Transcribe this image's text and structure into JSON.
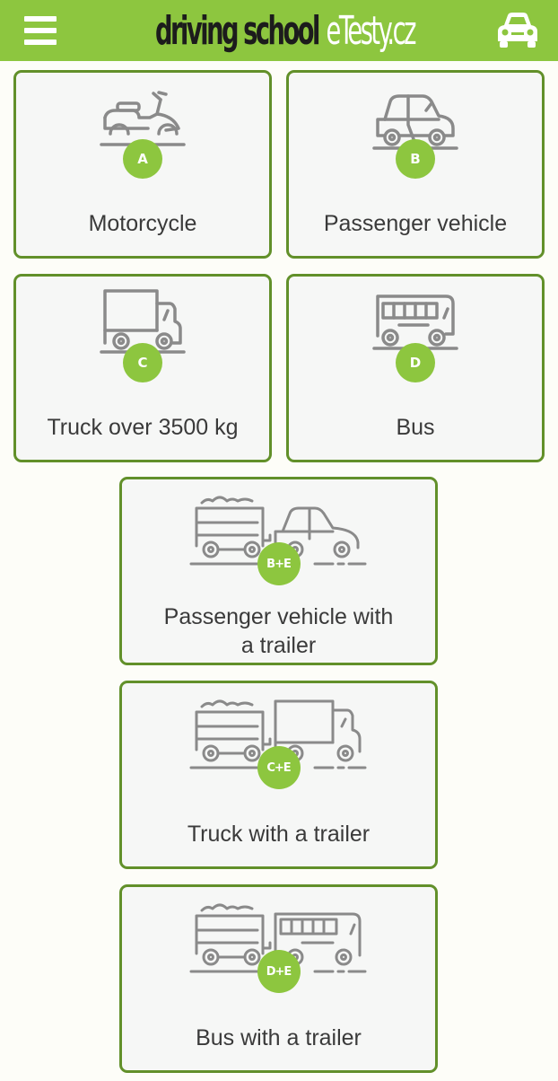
{
  "header": {
    "logo_dark": "driving school",
    "logo_light": "eTesty.cz",
    "menu_icon": "hamburger-menu-icon",
    "vehicle_icon": "car-icon",
    "color": "#8dc63f"
  },
  "categories": [
    {
      "badge": "A",
      "label": "Motorcycle",
      "icon": "motorcycle-icon"
    },
    {
      "badge": "B",
      "label": "Passenger vehicle",
      "icon": "car-icon"
    },
    {
      "badge": "C",
      "label": "Truck over 3500 kg",
      "icon": "truck-icon"
    },
    {
      "badge": "D",
      "label": "Bus",
      "icon": "bus-icon"
    },
    {
      "badge": "B+E",
      "label_line1": "Passenger vehicle with",
      "label_line2": "a trailer",
      "icon": "car-with-trailer-icon"
    },
    {
      "badge": "C+E",
      "label": "Truck with a trailer",
      "icon": "truck-with-trailer-icon"
    },
    {
      "badge": "D+E",
      "label": "Bus with a trailer",
      "icon": "bus-with-trailer-icon"
    }
  ],
  "colors": {
    "accent": "#8dc63f",
    "card_border": "#62902a",
    "card_bg": "#f6f7f6",
    "icon_gray": "#8a8a8a",
    "text": "#3a3a3a"
  }
}
